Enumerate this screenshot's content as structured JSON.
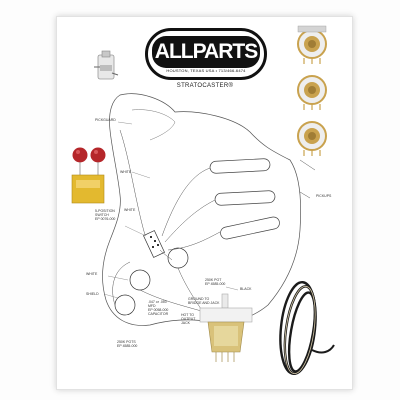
{
  "logo": {
    "brand": "ALLPARTS",
    "address": "HOUSTON, TEXAS USA • 713/466-6474"
  },
  "diagram": {
    "title": "STRATOCASTER®",
    "labels": {
      "pickguard": "PICKGUARD",
      "pickups": "PICKUPS",
      "white_1": "WHITE",
      "white_2": "WHITE",
      "white_3": "WHITE",
      "switch": "5-POSITION\nSWITCH\nEP 0076-000",
      "shield": "SHIELD",
      "capacitor": ".047 or .050\nMFD\nEP 0058-000\nCAPACITOR",
      "pots": "250K POTS\nEP 4585-000",
      "ground": "GROUND TO\nBRIDGE AND JACK",
      "hot": "HOT TO\nOUTPUT\nJACK",
      "pot_top": "250K POT\nEP 4585-000",
      "black": "BLACK"
    }
  },
  "colors": {
    "cap_red": "#b5262a",
    "board_yellow": "#e3b92f",
    "pot_brass": "#c9a24e",
    "wire_cloth": "#1b1b1b"
  }
}
